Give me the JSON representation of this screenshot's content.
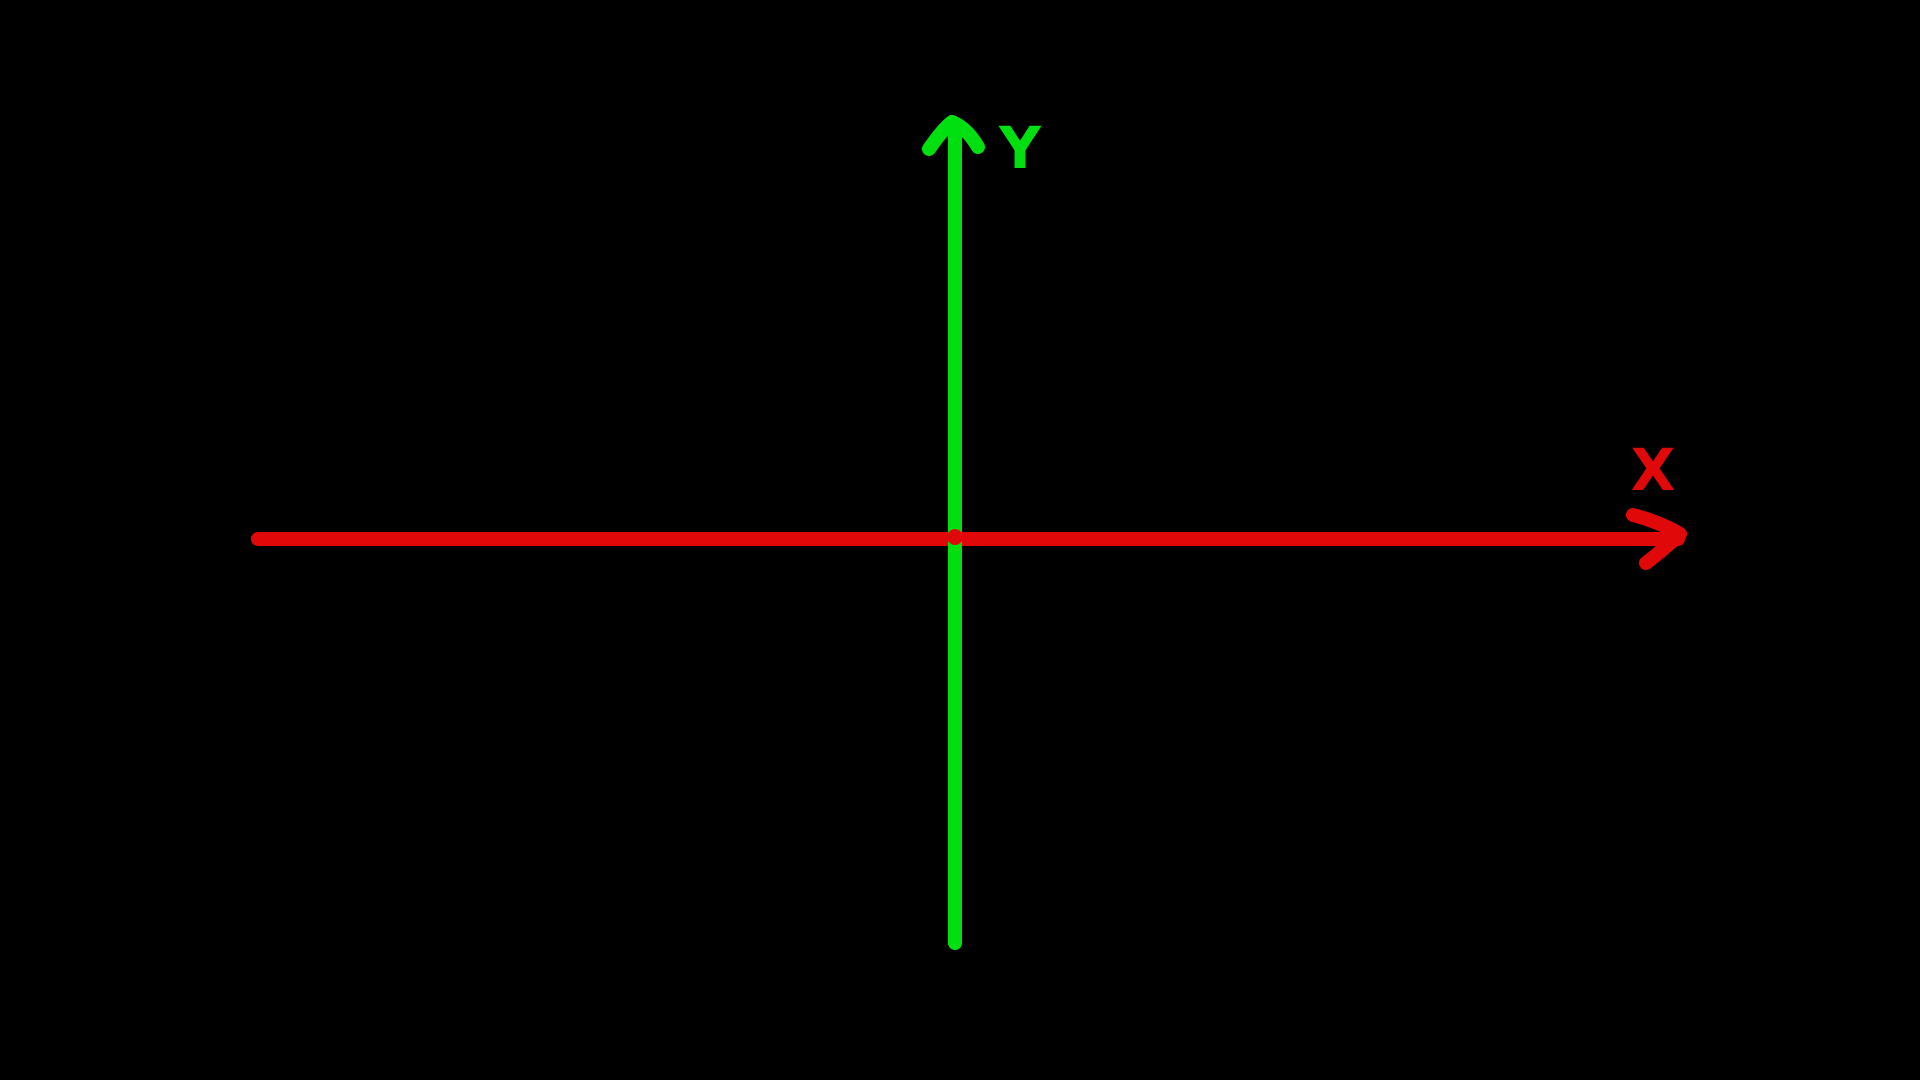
{
  "diagram": {
    "background_color": "#000000",
    "x_axis": {
      "label": "X",
      "color": "#e00808",
      "direction": "right",
      "arrowhead": true
    },
    "y_axis": {
      "label": "Y",
      "color": "#00e010",
      "direction": "up",
      "arrowhead": true
    }
  }
}
